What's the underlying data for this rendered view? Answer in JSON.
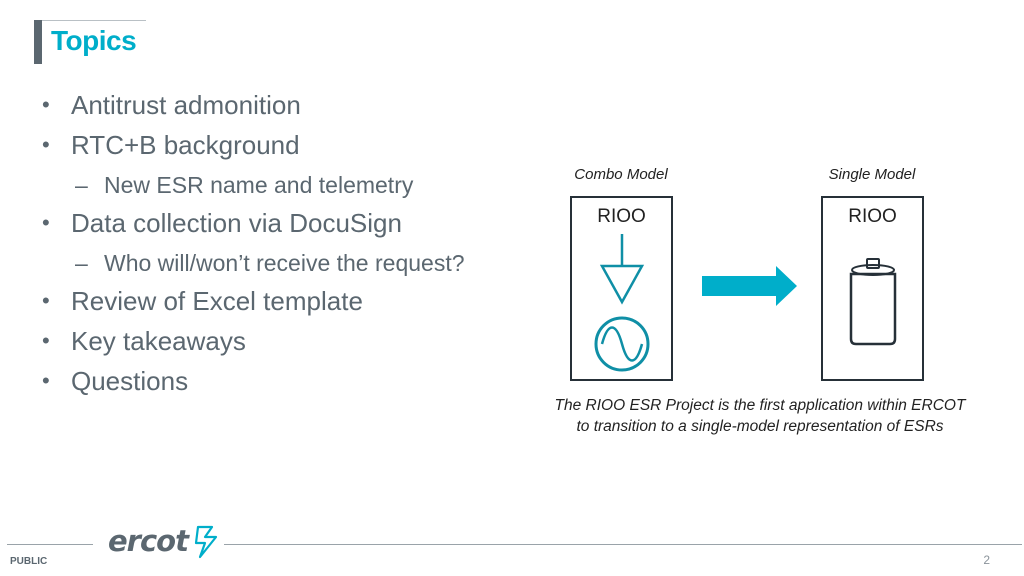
{
  "slide": {
    "title": "Topics",
    "bullets": [
      {
        "level": 1,
        "text": "Antitrust admonition"
      },
      {
        "level": 1,
        "text": "RTC+B background"
      },
      {
        "level": 2,
        "text": "New ESR name and telemetry"
      },
      {
        "level": 1,
        "text": "Data collection via DocuSign"
      },
      {
        "level": 2,
        "text": "Who will/won’t receive the request?"
      },
      {
        "level": 1,
        "text": "Review of Excel template"
      },
      {
        "level": 1,
        "text": "Key takeaways"
      },
      {
        "level": 1,
        "text": "Questions"
      }
    ]
  },
  "diagram": {
    "combo": {
      "label": "Combo Model",
      "box_title": "RIOO",
      "icons": [
        "load-down-arrow-icon",
        "generator-sine-icon"
      ]
    },
    "single": {
      "label": "Single Model",
      "box_title": "RIOO",
      "icons": [
        "battery-icon"
      ]
    },
    "arrow_icon": "right-arrow-icon",
    "caption_line1": "The RIOO ESR Project is the first application within ERCOT",
    "caption_line2": "to transition to a single-model representation of ESRs"
  },
  "footer": {
    "classification": "PUBLIC",
    "logo_text": "ercot",
    "page_number": "2"
  },
  "colors": {
    "accent": "#00aeca",
    "text_gray": "#5b6770",
    "box_border": "#263038"
  }
}
